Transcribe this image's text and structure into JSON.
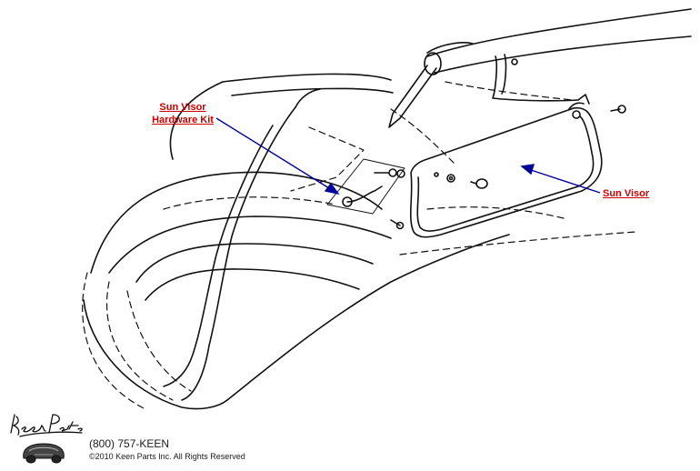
{
  "callouts": {
    "hardware_kit": {
      "line1": "Sun Visor",
      "line2": "Hardware Kit"
    },
    "sun_visor": {
      "label": "Sun Visor"
    }
  },
  "footer": {
    "phone": "(800) 757-KEEN",
    "copyright": "©2010 Keen Parts Inc. All Rights Reserved"
  },
  "logo": {
    "wordmark": "Keen Parts"
  },
  "colors": {
    "callout_text": "#cc0000",
    "leader_arrow": "#000099",
    "line_art": "#111111"
  }
}
